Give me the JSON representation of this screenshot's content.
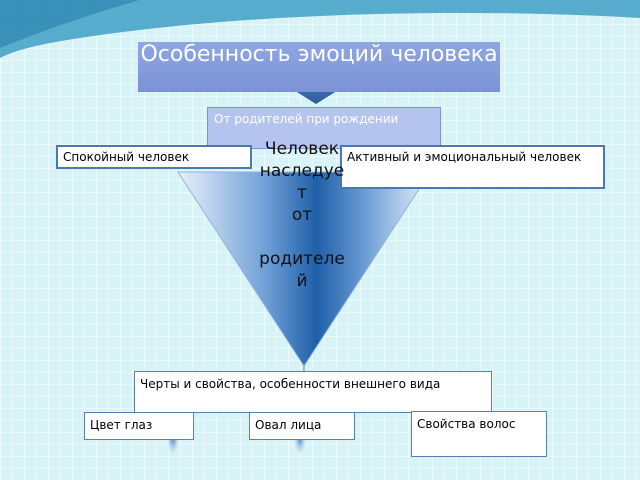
{
  "title": "Особенность эмоций человека",
  "top_box": "От родителей при рождении",
  "left_box": "Спокойный человек",
  "right_box": "Активный и эмоциональный человек",
  "triangle_text_lines": [
    "Человек",
    "наследуе",
    "т",
    "от",
    "",
    "родителе",
    "й"
  ],
  "features_box": "Черты и свойства, особенности внешнего вида",
  "bottom_boxes": {
    "eyes": "Цвет глаз",
    "face": "Овал лица",
    "hair": "Свойства волос"
  }
}
